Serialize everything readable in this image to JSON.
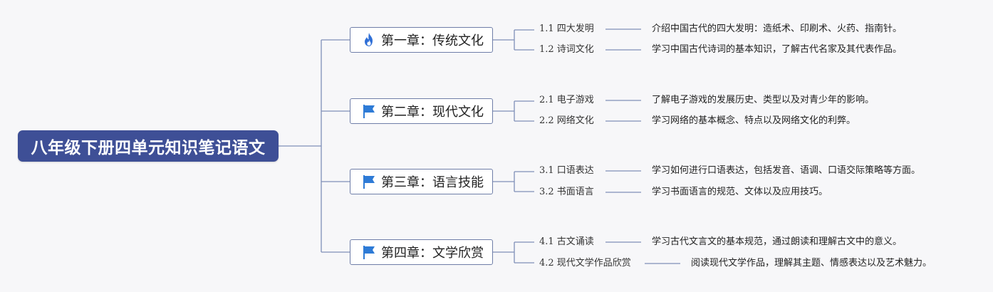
{
  "root": {
    "title": "八年级下册四单元知识笔记语文"
  },
  "chapters": [
    {
      "title": "第一章：传统文化",
      "icon": "fire-icon",
      "topics": [
        {
          "title": "1.1 四大发明",
          "desc": "介绍中国古代的四大发明：造纸术、印刷术、火药、指南针。"
        },
        {
          "title": "1.2 诗词文化",
          "desc": "学习中国古代诗词的基本知识，了解古代名家及其代表作品。"
        }
      ]
    },
    {
      "title": "第二章：现代文化",
      "icon": "flag-icon",
      "topics": [
        {
          "title": "2.1 电子游戏",
          "desc": "了解电子游戏的发展历史、类型以及对青少年的影响。"
        },
        {
          "title": "2.2 网络文化",
          "desc": "学习网络的基本概念、特点以及网络文化的利弊。"
        }
      ]
    },
    {
      "title": "第三章：语言技能",
      "icon": "flag-icon",
      "topics": [
        {
          "title": "3.1 口语表达",
          "desc": "学习如何进行口语表达，包括发音、语调、口语交际策略等方面。"
        },
        {
          "title": "3.2 书面语言",
          "desc": "学习书面语言的规范、文体以及应用技巧。"
        }
      ]
    },
    {
      "title": "第四章：文学欣赏",
      "icon": "flag-icon",
      "topics": [
        {
          "title": "4.1 古文诵读",
          "desc": "学习古代文言文的基本规范，通过朗读和理解古文中的意义。"
        },
        {
          "title": "4.2 现代文学作品欣赏",
          "desc": "阅读现代文学作品，理解其主题、情感表达以及艺术魅力。"
        }
      ]
    }
  ],
  "colors": {
    "root_bg": "#3e4f96",
    "line": "#7f8fb8",
    "fire": "#2f6fd6",
    "flag": "#2e7bd6"
  }
}
